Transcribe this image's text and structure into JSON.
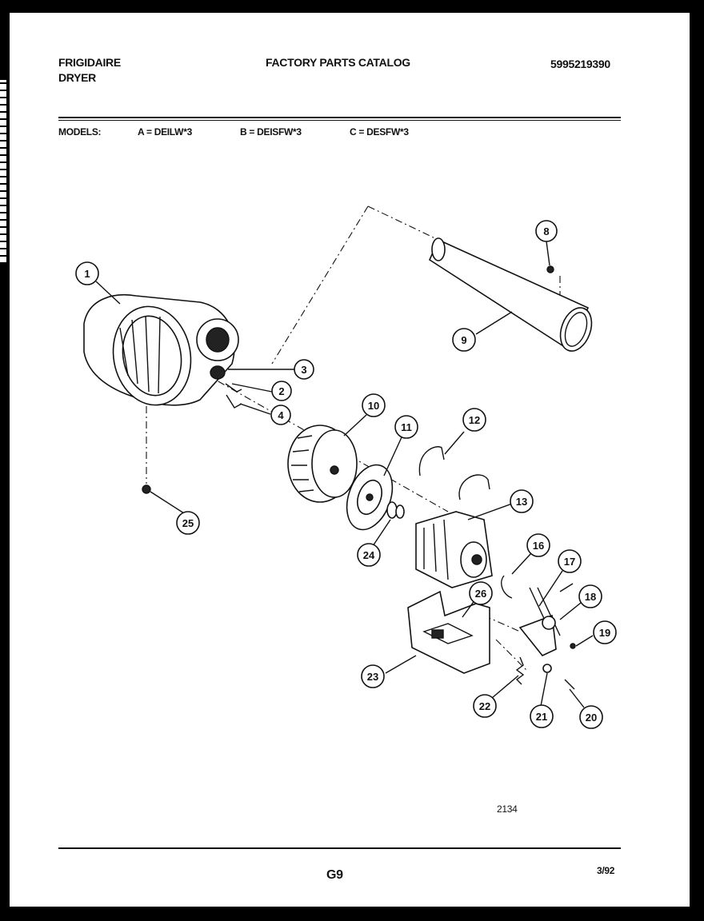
{
  "header": {
    "brand": "FRIGIDAIRE",
    "product": "DRYER",
    "catalog_title": "FACTORY PARTS CATALOG",
    "catalog_number": "5995219390"
  },
  "models": {
    "label": "MODELS:",
    "a": "A = DEILW*3",
    "b": "B = DEISFW*3",
    "c": "C = DESFW*3"
  },
  "callouts": [
    "1",
    "2",
    "3",
    "4",
    "8",
    "9",
    "10",
    "11",
    "12",
    "13",
    "16",
    "17",
    "18",
    "19",
    "20",
    "21",
    "22",
    "23",
    "24",
    "25",
    "26"
  ],
  "figure_number": "2134",
  "footer": {
    "page": "G9",
    "date": "3/92"
  }
}
